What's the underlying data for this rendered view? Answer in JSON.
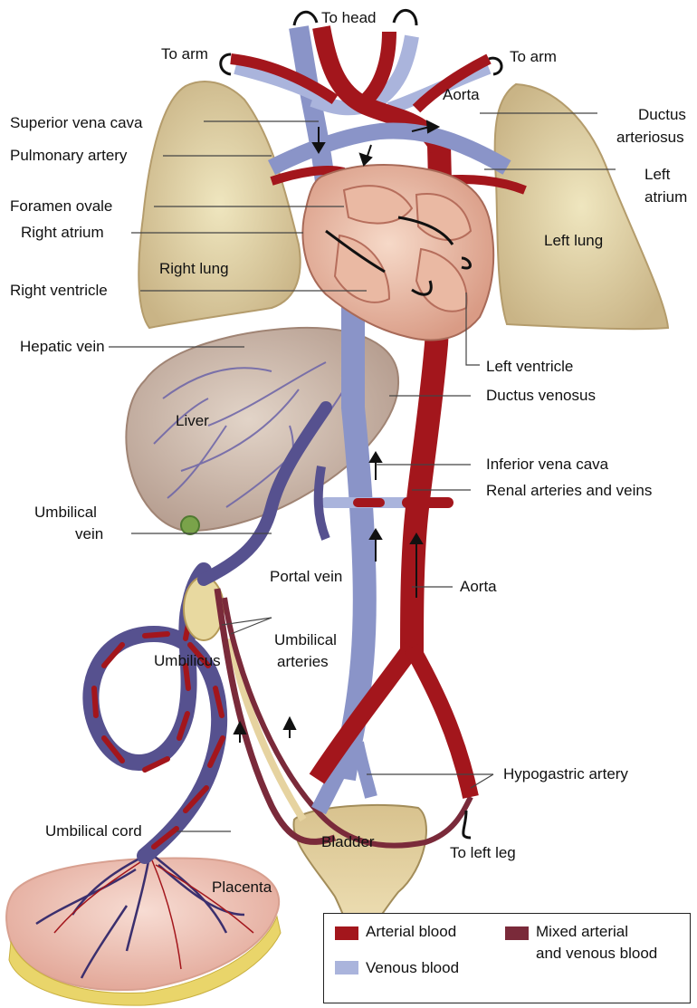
{
  "labels": {
    "to_head": "To head",
    "to_arm_left": "To arm",
    "to_arm_right": "To arm",
    "aorta_top": "Aorta",
    "superior_vena_cava": "Superior vena cava",
    "pulmonary_artery": "Pulmonary artery",
    "ductus_arteriosus_1": "Ductus",
    "ductus_arteriosus_2": "arteriosus",
    "left_atrium_1": "Left",
    "left_atrium_2": "atrium",
    "foramen_ovale": "Foramen ovale",
    "right_atrium": "Right atrium",
    "right_lung": "Right lung",
    "left_lung": "Left lung",
    "right_ventricle": "Right ventricle",
    "hepatic_vein": "Hepatic vein",
    "left_ventricle": "Left ventricle",
    "ductus_venosus": "Ductus venosus",
    "liver": "Liver",
    "inferior_vena_cava": "Inferior vena cava",
    "renal_arteries_veins": "Renal arteries and veins",
    "umbilical_vein_1": "Umbilical",
    "umbilical_vein_2": "vein",
    "portal_vein": "Portal vein",
    "aorta_lower": "Aorta",
    "umbilicus": "Umbilicus",
    "umbilical_arteries_1": "Umbilical",
    "umbilical_arteries_2": "arteries",
    "hypogastric_artery": "Hypogastric artery",
    "umbilical_cord": "Umbilical cord",
    "bladder": "Bladder",
    "to_left_leg": "To left leg",
    "placenta": "Placenta"
  },
  "legend": {
    "arterial": "Arterial blood",
    "venous": "Venous blood",
    "mixed_1": "Mixed arterial",
    "mixed_2": "and venous blood"
  },
  "colors": {
    "arterial": "#a3161c",
    "venous": "#aab4dc",
    "mixed": "#7a2a3a",
    "lung": "#e3d7a6",
    "liver": "#d2c1b4",
    "placenta": "#f0c8bc"
  }
}
